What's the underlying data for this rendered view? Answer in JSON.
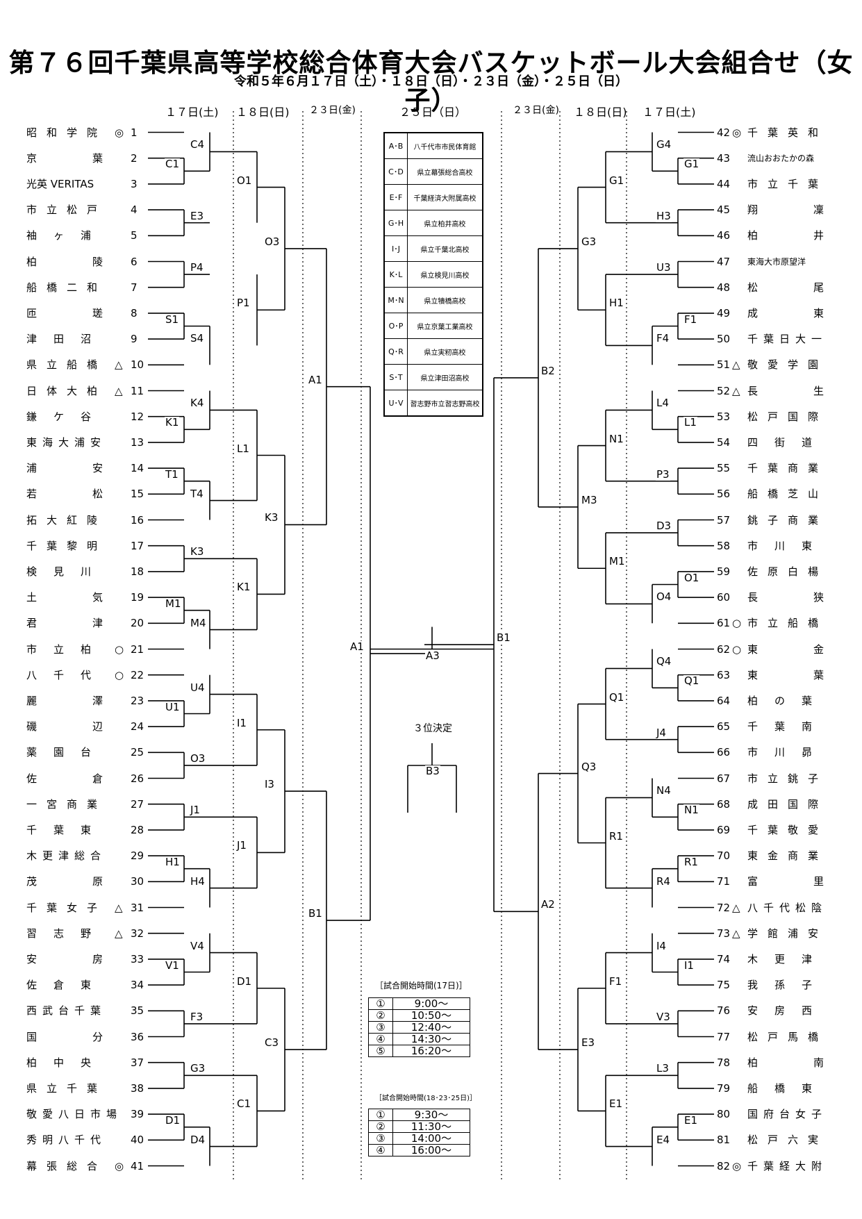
{
  "title": "第７６回千葉県高等学校総合体育大会バスケットボール大会組合せ（女子）",
  "subtitle": "令和５年６月１７日（土）・１８日（日）・２３日（金）・２５日（日）",
  "day_headers": {
    "left": [
      "１７日(土)",
      "１８日(日)",
      "２３日(金)"
    ],
    "center": "２５日（日）",
    "right": [
      "２３日(金)",
      "１８日(日)",
      "１７日(土)"
    ]
  },
  "left_teams": [
    {
      "name": "昭和学院",
      "seed": "1",
      "mark": "◎"
    },
    {
      "name": "京葉",
      "seed": "2",
      "mark": ""
    },
    {
      "name": "光英 VERITAS",
      "seed": "3",
      "mark": ""
    },
    {
      "name": "市立松戸",
      "seed": "4",
      "mark": ""
    },
    {
      "name": "袖ヶ浦",
      "seed": "5",
      "mark": ""
    },
    {
      "name": "柏陵",
      "seed": "6",
      "mark": ""
    },
    {
      "name": "船橋二和",
      "seed": "7",
      "mark": ""
    },
    {
      "name": "匝瑳",
      "seed": "8",
      "mark": ""
    },
    {
      "name": "津田沼",
      "seed": "9",
      "mark": ""
    },
    {
      "name": "県立船橋",
      "seed": "10",
      "mark": "△"
    },
    {
      "name": "日体大柏",
      "seed": "11",
      "mark": "△"
    },
    {
      "name": "鎌ケ谷",
      "seed": "12",
      "mark": ""
    },
    {
      "name": "東海大浦安",
      "seed": "13",
      "mark": ""
    },
    {
      "name": "浦安",
      "seed": "14",
      "mark": ""
    },
    {
      "name": "若松",
      "seed": "15",
      "mark": ""
    },
    {
      "name": "拓大紅陵",
      "seed": "16",
      "mark": ""
    },
    {
      "name": "千葉黎明",
      "seed": "17",
      "mark": ""
    },
    {
      "name": "検見川",
      "seed": "18",
      "mark": ""
    },
    {
      "name": "土気",
      "seed": "19",
      "mark": ""
    },
    {
      "name": "君津",
      "seed": "20",
      "mark": ""
    },
    {
      "name": "市立柏",
      "seed": "21",
      "mark": "○"
    },
    {
      "name": "八千代",
      "seed": "22",
      "mark": "○"
    },
    {
      "name": "麗澤",
      "seed": "23",
      "mark": ""
    },
    {
      "name": "磯辺",
      "seed": "24",
      "mark": ""
    },
    {
      "name": "薬園台",
      "seed": "25",
      "mark": ""
    },
    {
      "name": "佐倉",
      "seed": "26",
      "mark": ""
    },
    {
      "name": "一宮商業",
      "seed": "27",
      "mark": ""
    },
    {
      "name": "千葉東",
      "seed": "28",
      "mark": ""
    },
    {
      "name": "木更津総合",
      "seed": "29",
      "mark": ""
    },
    {
      "name": "茂原",
      "seed": "30",
      "mark": ""
    },
    {
      "name": "千葉女子",
      "seed": "31",
      "mark": "△"
    },
    {
      "name": "習志野",
      "seed": "32",
      "mark": "△"
    },
    {
      "name": "安房",
      "seed": "33",
      "mark": ""
    },
    {
      "name": "佐倉東",
      "seed": "34",
      "mark": ""
    },
    {
      "name": "西武台千葉",
      "seed": "35",
      "mark": ""
    },
    {
      "name": "国分",
      "seed": "36",
      "mark": ""
    },
    {
      "name": "柏中央",
      "seed": "37",
      "mark": ""
    },
    {
      "name": "県立千葉",
      "seed": "38",
      "mark": ""
    },
    {
      "name": "敬愛八日市場",
      "seed": "39",
      "mark": ""
    },
    {
      "name": "秀明八千代",
      "seed": "40",
      "mark": ""
    },
    {
      "name": "幕張総合",
      "seed": "41",
      "mark": "◎"
    }
  ],
  "right_teams": [
    {
      "name": "千葉英和",
      "seed": "42",
      "mark": "◎"
    },
    {
      "name": "流山おおたかの森",
      "seed": "43",
      "mark": ""
    },
    {
      "name": "市立千葉",
      "seed": "44",
      "mark": ""
    },
    {
      "name": "翔凜",
      "seed": "45",
      "mark": ""
    },
    {
      "name": "柏井",
      "seed": "46",
      "mark": ""
    },
    {
      "name": "東海大市原望洋",
      "seed": "47",
      "mark": ""
    },
    {
      "name": "松尾",
      "seed": "48",
      "mark": ""
    },
    {
      "name": "成東",
      "seed": "49",
      "mark": ""
    },
    {
      "name": "千葉日大一",
      "seed": "50",
      "mark": ""
    },
    {
      "name": "敬愛学園",
      "seed": "51",
      "mark": "△"
    },
    {
      "name": "長生",
      "seed": "52",
      "mark": "△"
    },
    {
      "name": "松戸国際",
      "seed": "53",
      "mark": ""
    },
    {
      "name": "四街道",
      "seed": "54",
      "mark": ""
    },
    {
      "name": "千葉商業",
      "seed": "55",
      "mark": ""
    },
    {
      "name": "船橋芝山",
      "seed": "56",
      "mark": ""
    },
    {
      "name": "銚子商業",
      "seed": "57",
      "mark": ""
    },
    {
      "name": "市川東",
      "seed": "58",
      "mark": ""
    },
    {
      "name": "佐原白楊",
      "seed": "59",
      "mark": ""
    },
    {
      "name": "長狭",
      "seed": "60",
      "mark": ""
    },
    {
      "name": "市立船橋",
      "seed": "61",
      "mark": "○"
    },
    {
      "name": "東金",
      "seed": "62",
      "mark": "○"
    },
    {
      "name": "東葉",
      "seed": "63",
      "mark": ""
    },
    {
      "name": "柏の葉",
      "seed": "64",
      "mark": ""
    },
    {
      "name": "千葉南",
      "seed": "65",
      "mark": ""
    },
    {
      "name": "市川昴",
      "seed": "66",
      "mark": ""
    },
    {
      "name": "市立銚子",
      "seed": "67",
      "mark": ""
    },
    {
      "name": "成田国際",
      "seed": "68",
      "mark": ""
    },
    {
      "name": "千葉敬愛",
      "seed": "69",
      "mark": ""
    },
    {
      "name": "東金商業",
      "seed": "70",
      "mark": ""
    },
    {
      "name": "富里",
      "seed": "71",
      "mark": ""
    },
    {
      "name": "八千代松陰",
      "seed": "72",
      "mark": "△"
    },
    {
      "name": "学館浦安",
      "seed": "73",
      "mark": "△"
    },
    {
      "name": "木更津",
      "seed": "74",
      "mark": ""
    },
    {
      "name": "我孫子",
      "seed": "75",
      "mark": ""
    },
    {
      "name": "安房西",
      "seed": "76",
      "mark": ""
    },
    {
      "name": "松戸馬橋",
      "seed": "77",
      "mark": ""
    },
    {
      "name": "柏南",
      "seed": "78",
      "mark": ""
    },
    {
      "name": "船橋東",
      "seed": "79",
      "mark": ""
    },
    {
      "name": "国府台女子",
      "seed": "80",
      "mark": ""
    },
    {
      "name": "松戸六実",
      "seed": "81",
      "mark": ""
    },
    {
      "name": "千葉経大附",
      "seed": "82",
      "mark": "◎"
    }
  ],
  "left_labels": {
    "round1": [
      "C1",
      "K1",
      "T1",
      "M1",
      "U1",
      "H1",
      "V1",
      "D1"
    ],
    "round1_only": [
      "S1"
    ],
    "round2": [
      "C4",
      "E3",
      "P4",
      "S4",
      "K4",
      "T4",
      "K3",
      "M4",
      "U4",
      "O3",
      "J1",
      "H4",
      "V4",
      "F3",
      "G3",
      "D4"
    ],
    "round3": [
      "O1",
      "P1",
      "L1",
      "K1",
      "I1",
      "J1",
      "D1",
      "C1"
    ],
    "round4": [
      "O3",
      "K3",
      "I3",
      "C3"
    ],
    "round5": [
      "A1",
      "B1"
    ],
    "semi": "A1"
  },
  "right_labels": {
    "round1": [
      "G1",
      "F1",
      "L1",
      "O1",
      "Q1",
      "N1",
      "R1",
      "I1",
      "E1"
    ],
    "round2": [
      "G4",
      "H3",
      "U3",
      "F4",
      "L4",
      "P3",
      "D3",
      "O4",
      "Q4",
      "J4",
      "N4",
      "R4",
      "I4",
      "V3",
      "L3",
      "E4"
    ],
    "round3": [
      "G1",
      "H1",
      "N1",
      "M1",
      "Q1",
      "R1",
      "F1",
      "E1"
    ],
    "round4": [
      "G3",
      "M3",
      "Q3",
      "E3"
    ],
    "round5": [
      "B2",
      "A2"
    ],
    "semi": "B1"
  },
  "final_label": "A3",
  "third_place": {
    "title": "３位決定",
    "label": "B3"
  },
  "venues": [
    {
      "key": "A･B",
      "name": "八千代市市民体育館"
    },
    {
      "key": "C･D",
      "name": "県立幕張総合高校"
    },
    {
      "key": "E･F",
      "name": "千葉経済大附属高校"
    },
    {
      "key": "G･H",
      "name": "県立柏井高校"
    },
    {
      "key": "I･J",
      "name": "県立千葉北高校"
    },
    {
      "key": "K･L",
      "name": "県立検見川高校"
    },
    {
      "key": "M･N",
      "name": "県立犢橋高校"
    },
    {
      "key": "O･P",
      "name": "県立京葉工業高校"
    },
    {
      "key": "Q･R",
      "name": "県立実籾高校"
    },
    {
      "key": "S･T",
      "name": "県立津田沼高校"
    },
    {
      "key": "U･V",
      "name": "習志野市立習志野高校"
    }
  ],
  "times1": {
    "title": "［試合開始時間(17日)］",
    "rows": [
      {
        "n": "①",
        "t": "9:00～"
      },
      {
        "n": "②",
        "t": "10:50～"
      },
      {
        "n": "③",
        "t": "12:40～"
      },
      {
        "n": "④",
        "t": "14:30～"
      },
      {
        "n": "⑤",
        "t": "16:20～"
      }
    ]
  },
  "times2": {
    "title": "［試合開始時間(18･23･25日)］",
    "rows": [
      {
        "n": "①",
        "t": "9:30～"
      },
      {
        "n": "②",
        "t": "11:30～"
      },
      {
        "n": "③",
        "t": "14:00～"
      },
      {
        "n": "④",
        "t": "16:00～"
      }
    ]
  }
}
